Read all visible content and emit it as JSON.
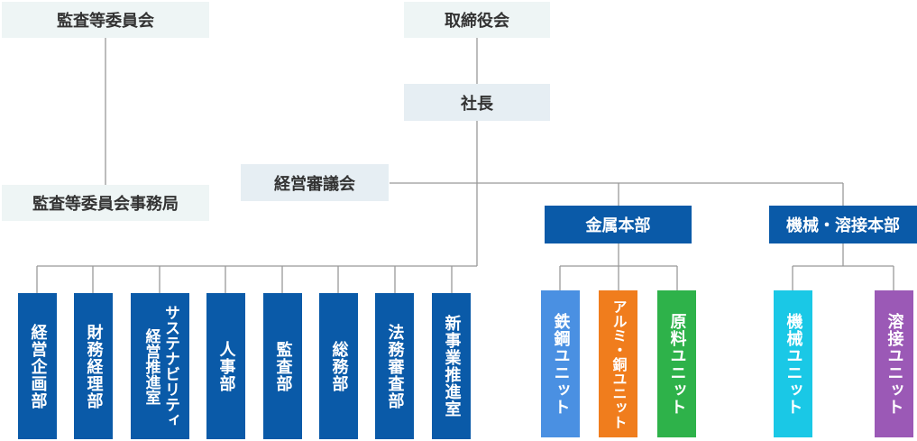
{
  "top": {
    "audit_committee": "監査等委員会",
    "board": "取締役会",
    "president": "社長",
    "management_council": "経営審議会",
    "audit_committee_office": "監査等委員会事務局"
  },
  "departments": [
    "経営企画部",
    "財務経理部",
    "サステナビリティ",
    "経営推進室",
    "人事部",
    "監査部",
    "総務部",
    "法務審査部",
    "新事業推進室"
  ],
  "metals": {
    "title": "金属本部",
    "units": [
      "鉄鋼ユニット",
      "アルミ・銅ユニット",
      "原料ユニット"
    ]
  },
  "machinery": {
    "title": "機械・溶接本部",
    "units": [
      "機械ユニット",
      "溶接ユニット"
    ]
  },
  "colors": {
    "dark_blue": "#0a5aa8",
    "iron": "#4a90e2",
    "aluminum_copper": "#f07d1d",
    "raw_materials": "#2eb24a",
    "machinery": "#1ac8e6",
    "welding": "#9b59b6"
  }
}
